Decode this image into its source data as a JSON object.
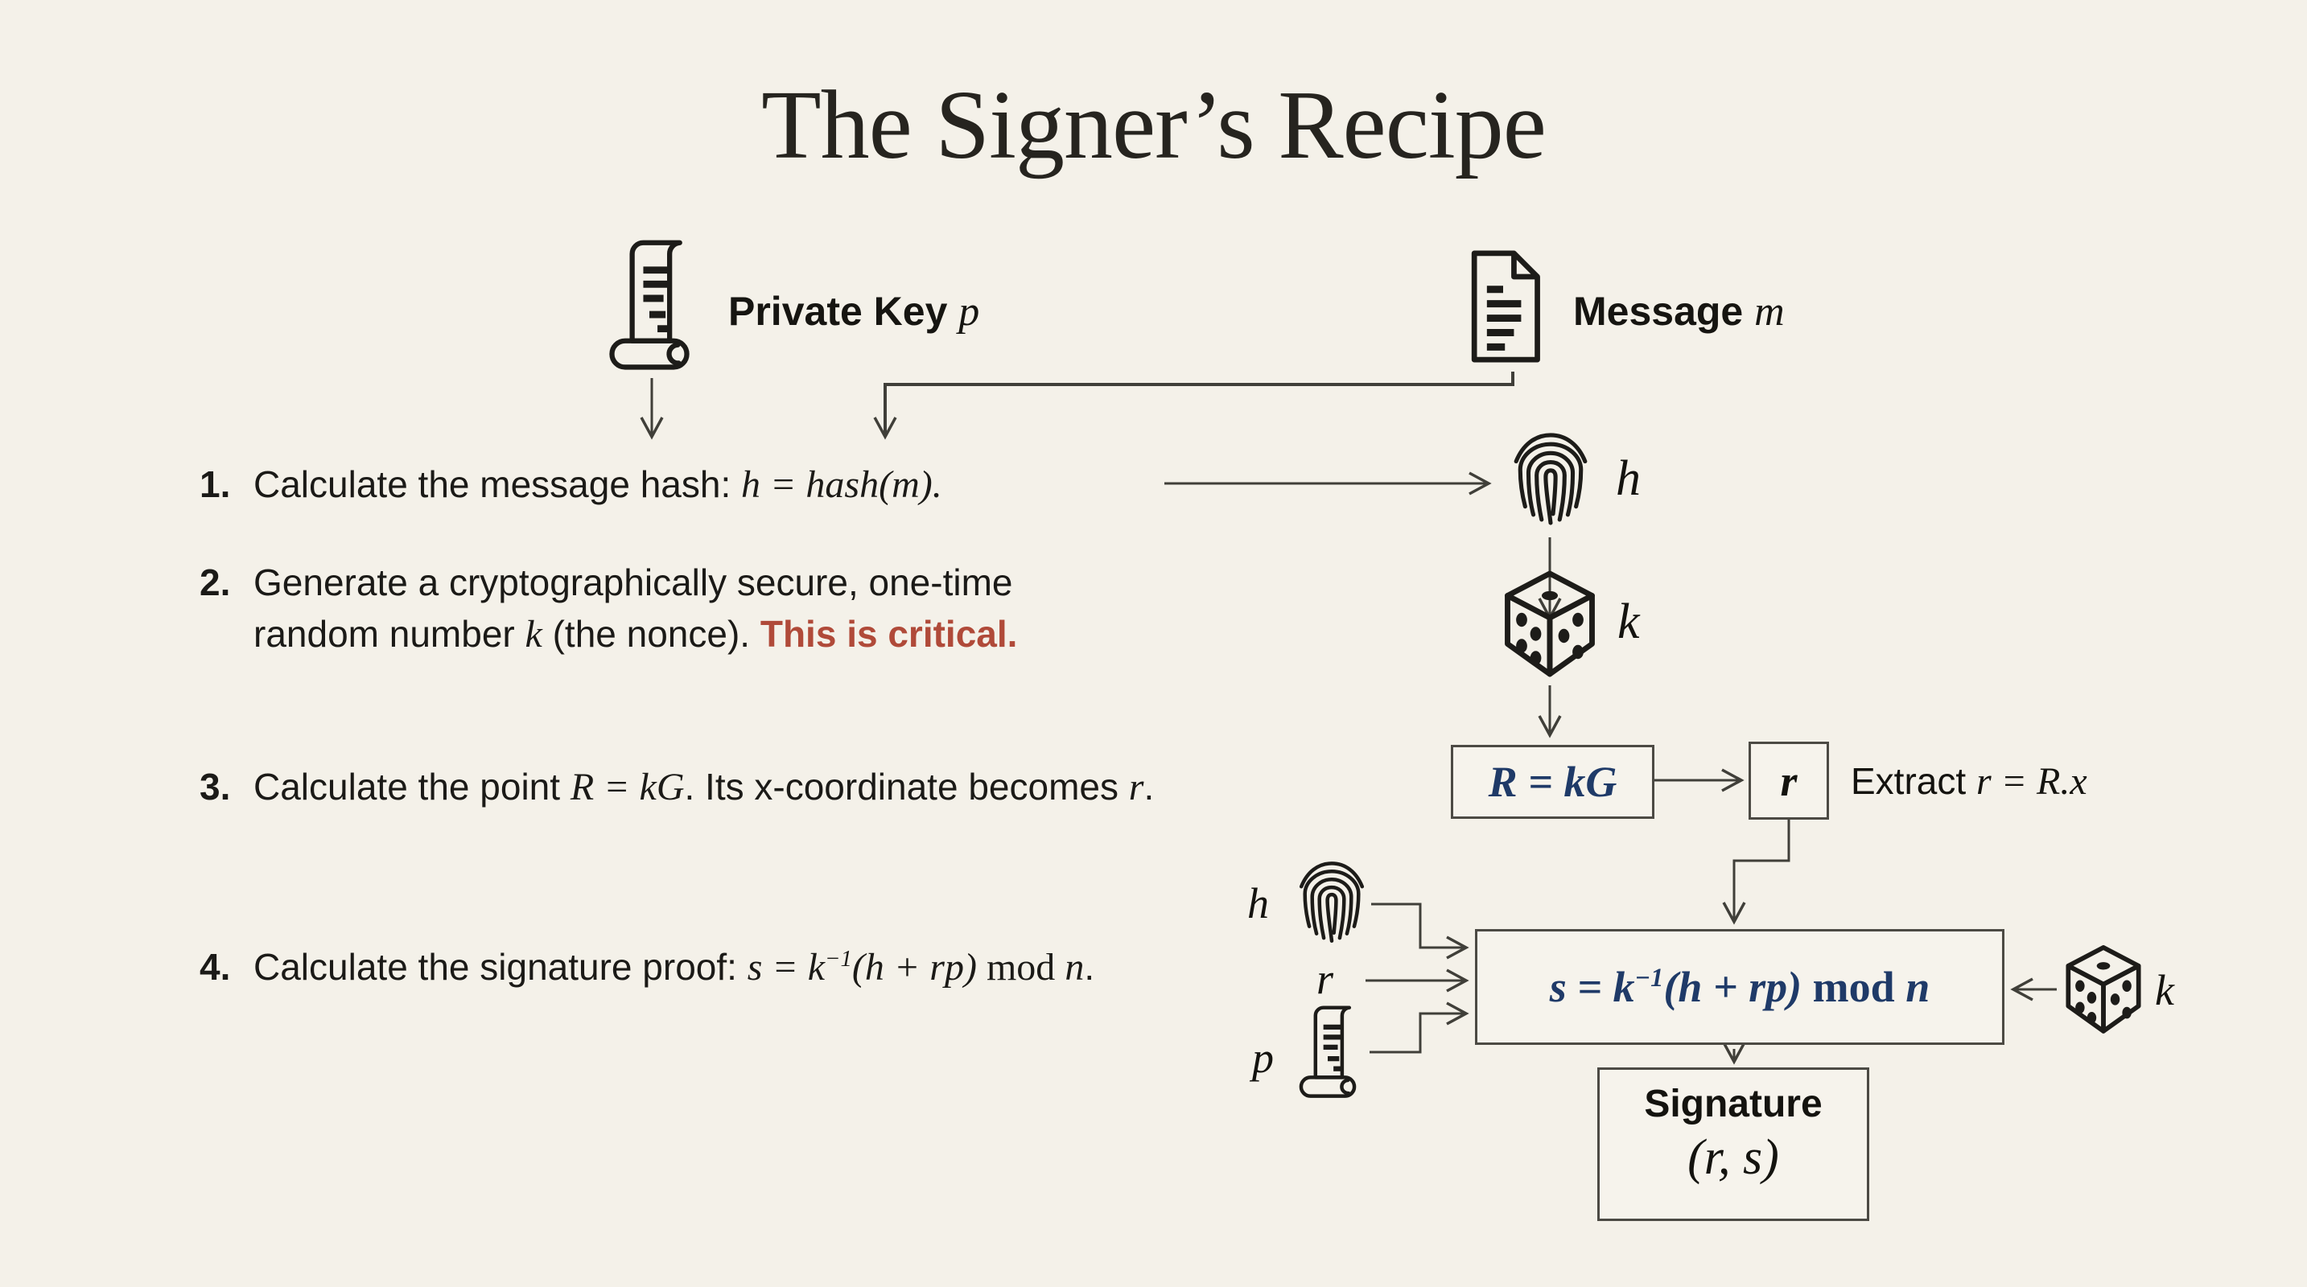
{
  "title": "The Signer’s Recipe",
  "colors": {
    "background": "#f4f1e9",
    "ink": "#1b1a17",
    "formula_navy": "#1f3a68",
    "critical_red": "#b04a39",
    "line_gray": "#403f39"
  },
  "inputs": {
    "private_key": {
      "icon": "scroll-icon",
      "label": "Private Key ",
      "symbol": "p"
    },
    "message": {
      "icon": "document-icon",
      "label": "Message ",
      "symbol": "m"
    }
  },
  "steps": [
    {
      "number": "1.",
      "text_before": "Calculate the message hash: ",
      "formula": "h = hash(m)."
    },
    {
      "number": "2.",
      "line1": "Generate a cryptographically secure, one-time",
      "line2_before": "random number ",
      "line2_var": "k",
      "line2_after": " (the nonce). ",
      "line2_critical": "This is critical."
    },
    {
      "number": "3.",
      "text_before": "Calculate the point ",
      "formula": "R = kG",
      "text_mid": ". Its x-coordinate becomes ",
      "var": "r",
      "text_after": "."
    },
    {
      "number": "4.",
      "text_before": "Calculate the signature proof: ",
      "f_pre": "s = k",
      "f_sup": "−1",
      "f_mid": "(h + rp)",
      "f_mod": " mod ",
      "f_var": "n",
      "text_after": "."
    }
  ],
  "flow": {
    "hash_node": {
      "icon": "fingerprint-icon",
      "symbol": "h"
    },
    "nonce_node": {
      "icon": "dice-icon",
      "symbol": "k"
    },
    "r_calc_box": {
      "formula": "R = kG"
    },
    "r_box": {
      "value": "r"
    },
    "extract_label": {
      "text_before": "Extract ",
      "formula": "r = R.x"
    },
    "s_inputs": {
      "hash_symbol": "h",
      "r_symbol": "r",
      "key_symbol": "p"
    },
    "s_box": {
      "pre": "s = k",
      "sup": "−1",
      "mid": "(h + rp)",
      "mod": " mod ",
      "n": "n"
    },
    "nonce_input": {
      "symbol": "k"
    },
    "signature_box": {
      "label": "Signature",
      "value": "(r, s)"
    }
  }
}
